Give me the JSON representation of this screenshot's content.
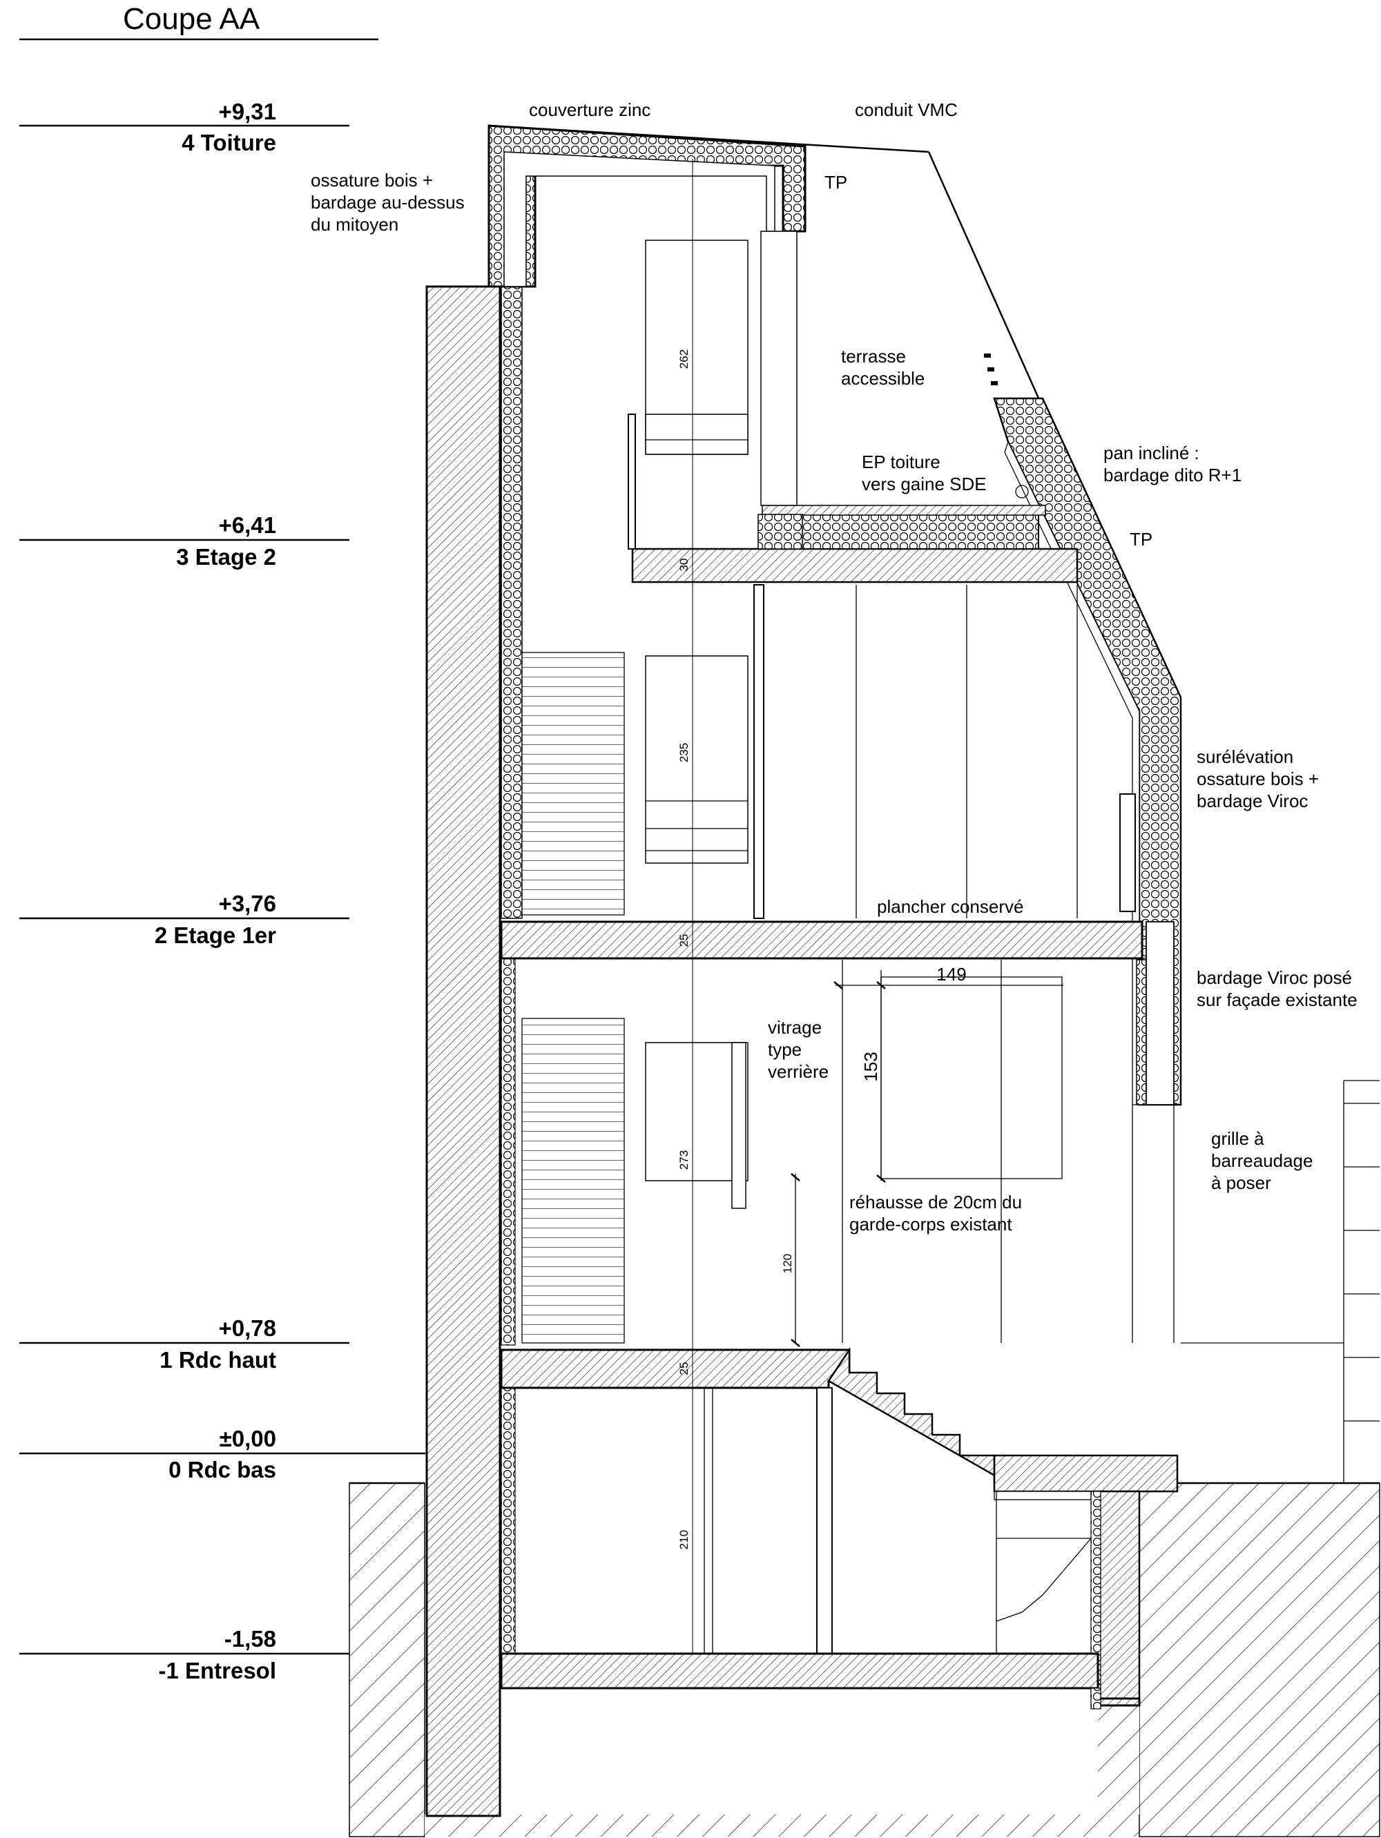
{
  "title": "Coupe AA",
  "levels": [
    {
      "value": "+9,31",
      "name": "4 Toiture"
    },
    {
      "value": "+6,41",
      "name": "3 Etage 2"
    },
    {
      "value": "+3,76",
      "name": "2 Etage 1er"
    },
    {
      "value": "+0,78",
      "name": "1 Rdc haut"
    },
    {
      "value": "±0,00",
      "name": "0 Rdc bas"
    },
    {
      "value": "-1,58",
      "name": "-1 Entresol"
    }
  ],
  "annotations": {
    "couverture": "couverture zinc",
    "conduit": "conduit VMC",
    "tp1": "TP",
    "tp2": "TP",
    "ossature_l1": "ossature bois +",
    "ossature_l2": "bardage au-dessus",
    "ossature_l3": "du mitoyen",
    "terrasse_l1": "terrasse",
    "terrasse_l2": "accessible",
    "ep_l1": "EP toiture",
    "ep_l2": "vers gaine SDE",
    "pan_l1": "pan incliné :",
    "pan_l2": "bardage dito R+1",
    "surelev_l1": "surélévation",
    "surelev_l2": "ossature bois +",
    "surelev_l3": "bardage Viroc",
    "plancher": "plancher conservé",
    "bardage_l1": "bardage Viroc posé",
    "bardage_l2": "sur façade existante",
    "vitrage_l1": "vitrage",
    "vitrage_l2": "type",
    "vitrage_l3": "verrière",
    "grille_l1": "grille à",
    "grille_l2": "barreaudage",
    "grille_l3": "à poser",
    "rehausse_l1": "réhausse de 20cm du",
    "rehausse_l2": "garde-corps existant"
  },
  "dimensions": {
    "h_toiture": "262",
    "slab_etage2": "30",
    "h_etage2": "235",
    "slab_etage1": "25",
    "h_etage1": "273",
    "slab_rdc": "25",
    "h_rdc": "210",
    "win_width": "149",
    "win_height": "153",
    "parapet": "120"
  }
}
